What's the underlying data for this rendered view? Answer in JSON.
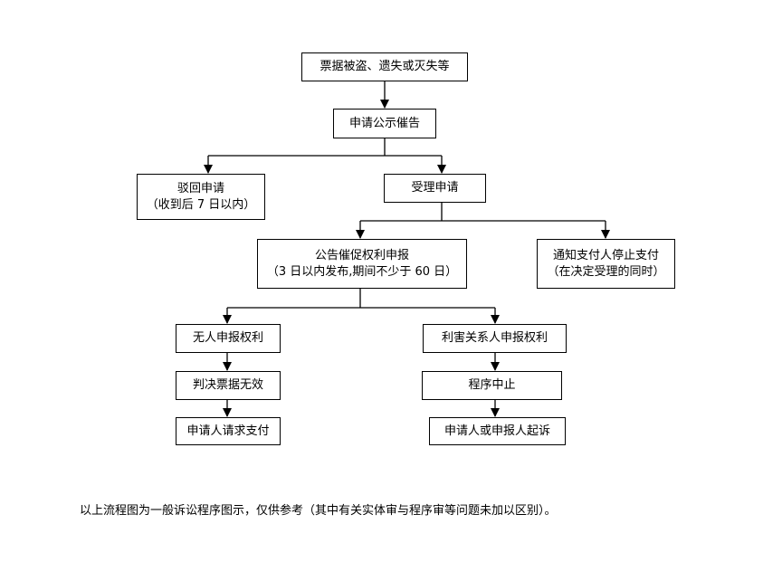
{
  "nodes": {
    "loss": {
      "text": "票据被盗、遗失或灭失等"
    },
    "apply_notice": {
      "text": "申请公示催告"
    },
    "reject": {
      "line1": "驳回申请",
      "line2": "（收到后 7 日以内）"
    },
    "accept": {
      "text": "受理申请"
    },
    "announce": {
      "line1": "公告催促权利申报",
      "line2": "（3 日以内发布,期间不少于 60 日）"
    },
    "notify_payer": {
      "line1": "通知支付人停止支付",
      "line2": "（在决定受理的同时）"
    },
    "no_claim": {
      "text": "无人申报权利"
    },
    "interested_claim": {
      "text": "利害关系人申报权利"
    },
    "void_judgment": {
      "text": "判决票据无效"
    },
    "procedure_suspended": {
      "text": "程序中止"
    },
    "applicant_payment": {
      "text": "申请人请求支付"
    },
    "lawsuit": {
      "text": "申请人或申报人起诉"
    }
  },
  "footnote": "以上流程图为一般诉讼程序图示，仅供参考（其中有关实体审与程序审等问题未加以区别）。"
}
